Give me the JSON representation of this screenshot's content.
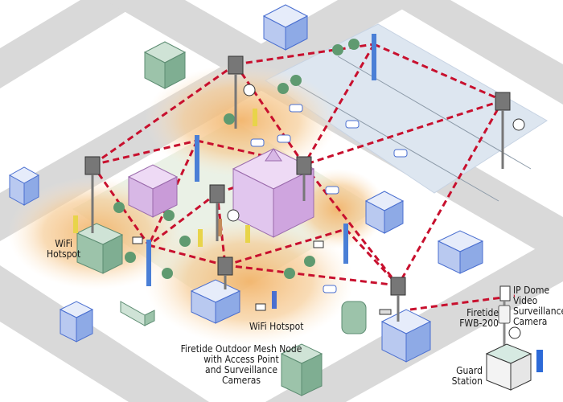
{
  "colors": {
    "street": "#d9d9d9",
    "parking": "#dde6f0",
    "hotspot_glow": "#f2b46a",
    "mesh_link": "#c8102e",
    "building_blue": "#6d8ed8",
    "building_green": "#7fae92",
    "building_pink": "#c99bd8",
    "tree": "#5f9a70",
    "pole": "#4a7fd6"
  },
  "labels": {
    "wifi_hotspot_left": "WiFi\nHotspot",
    "wifi_hotspot_bottom": "WiFi Hotspot",
    "mesh_node": "Firetide Outdoor Mesh Node\nwith Access Point\nand Surveillance\nCameras",
    "fwb": "Firetide\nFWB-200",
    "ip_dome": "IP Dome\nVideo\nSurveillance\nCamera",
    "guard_station": "Guard\nStation"
  },
  "icons": {
    "mesh_node": "mesh-node-icon",
    "access_pole": "wifi-access-pole-icon",
    "camera": "surveillance-camera-icon",
    "dome": "dome-camera-icon",
    "tree": "tree-icon",
    "car": "car-icon",
    "person": "person-icon",
    "laptop": "laptop-icon",
    "building": "building-icon",
    "truck": "truck-icon",
    "guard_booth": "guard-booth-icon"
  }
}
